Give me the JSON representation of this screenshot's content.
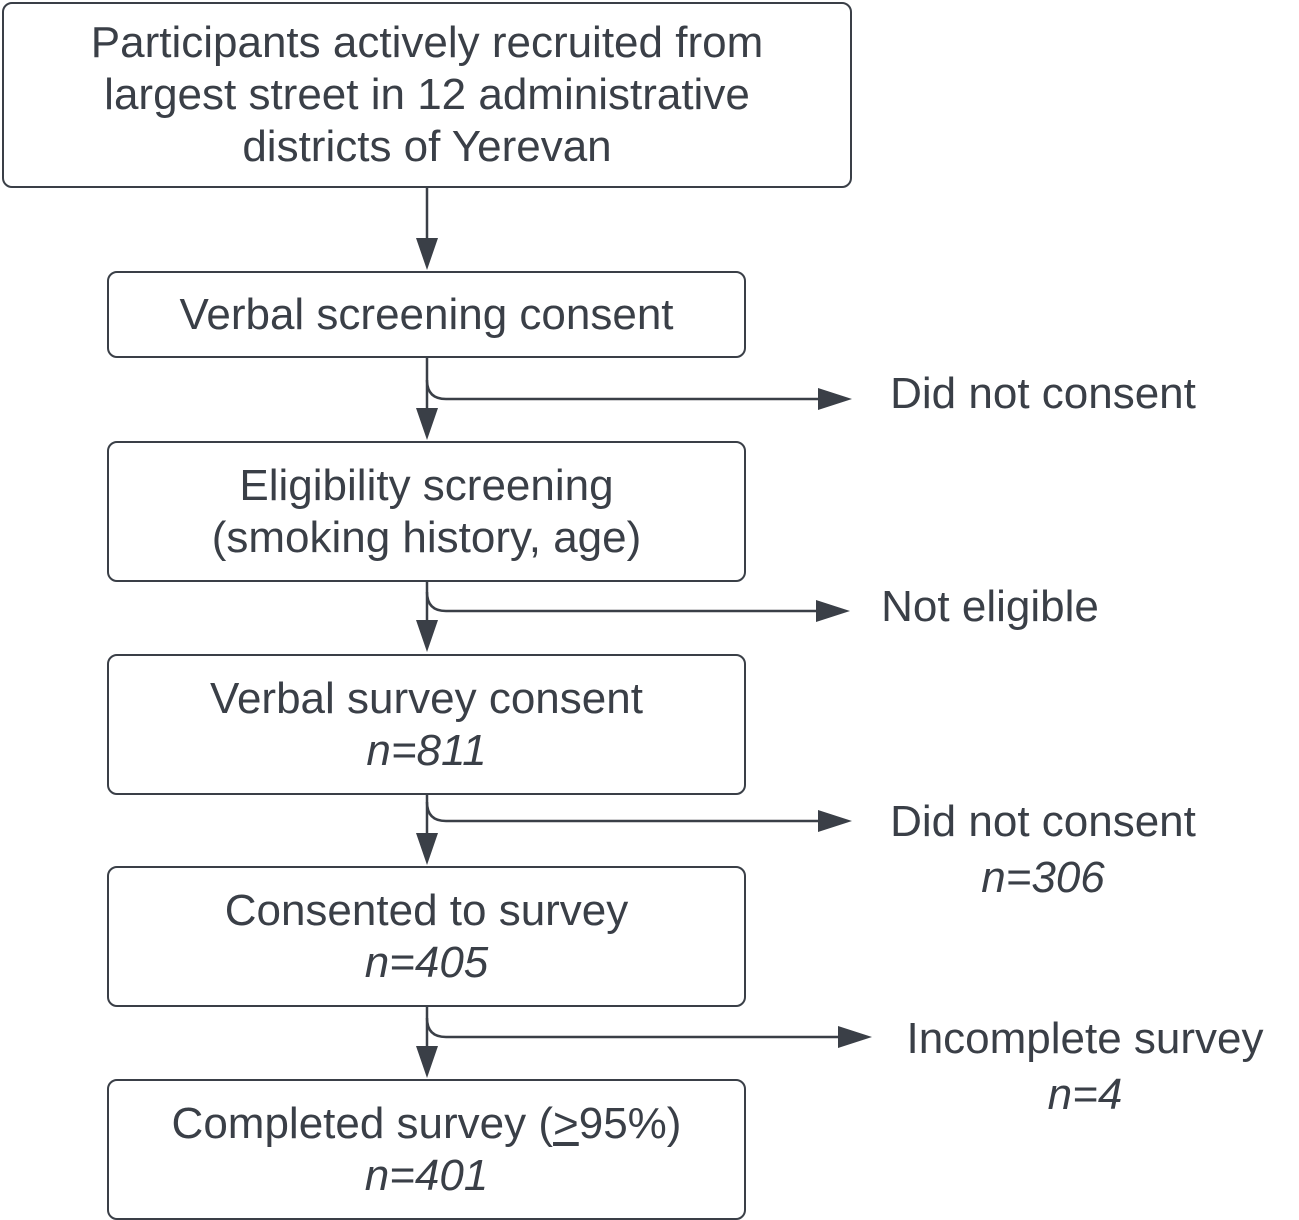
{
  "boxes": {
    "recruit": {
      "lines": [
        "Participants actively recruited from",
        "largest street in 12 administrative",
        "districts of Yerevan"
      ]
    },
    "screening_consent": {
      "label": "Verbal screening consent"
    },
    "eligibility": {
      "lines": [
        "Eligibility screening",
        "(smoking history, age)"
      ]
    },
    "survey_consent": {
      "label": "Verbal survey consent",
      "count": "n=811"
    },
    "consented": {
      "label": "Consented to survey",
      "count": "n=405"
    },
    "completed": {
      "label_before": "Completed survey (",
      "label_symbol": ">",
      "label_after": "95%)",
      "count": "n=401"
    }
  },
  "exits": {
    "did_not_consent_screening": {
      "label": "Did not consent"
    },
    "not_eligible": {
      "label": "Not eligible"
    },
    "did_not_consent_survey": {
      "label": "Did not consent",
      "count": "n=306"
    },
    "incomplete": {
      "label": "Incomplete survey",
      "count": "n=4"
    }
  },
  "colors": {
    "stroke": "#3a3f47",
    "text": "#3a3f47",
    "background": "#ffffff"
  }
}
